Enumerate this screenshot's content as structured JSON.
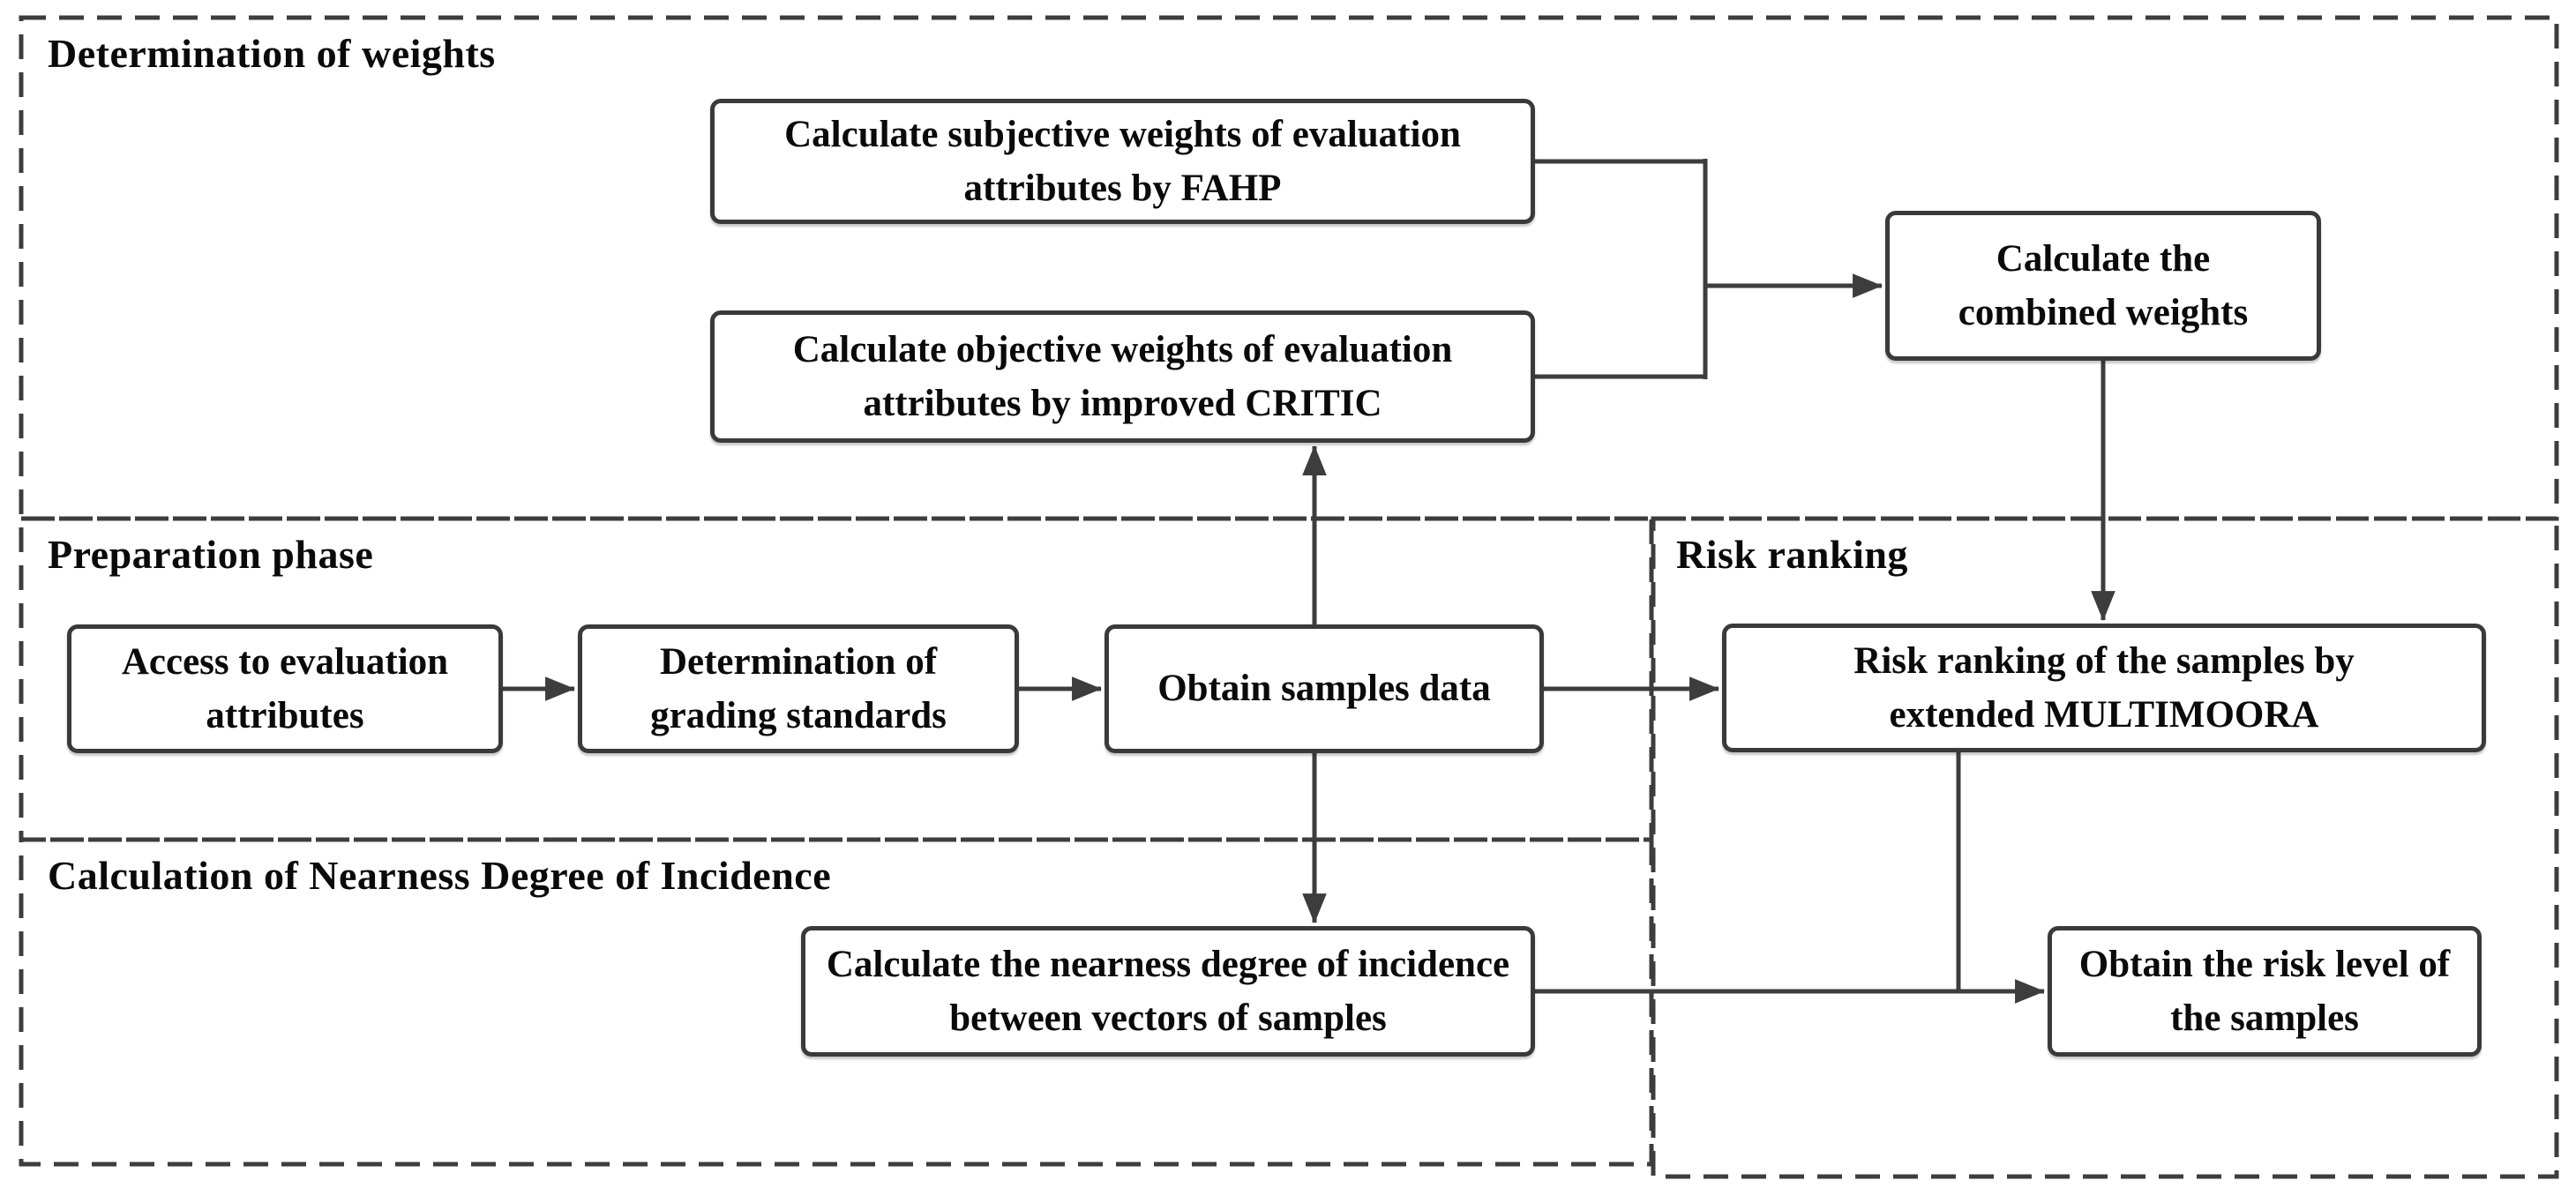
{
  "colors": {
    "background": "#ffffff",
    "line": "#3d3d3d",
    "box_border": "#3a3a3a",
    "text": "#0a0a0a"
  },
  "regions": [
    {
      "id": "weights",
      "label": "Determination of weights"
    },
    {
      "id": "preparation",
      "label": "Preparation phase"
    },
    {
      "id": "nearness",
      "label": "Calculation of Nearness Degree of Incidence"
    },
    {
      "id": "risk",
      "label": "Risk ranking"
    }
  ],
  "nodes": [
    {
      "id": "subjective_weights",
      "label": "Calculate subjective weights of evaluation attributes by FAHP"
    },
    {
      "id": "objective_weights",
      "label": "Calculate objective weights of evaluation attributes by improved CRITIC"
    },
    {
      "id": "combined_weights",
      "label": "Calculate the combined weights"
    },
    {
      "id": "access_attributes",
      "label": "Access to evaluation attributes"
    },
    {
      "id": "grading_standards",
      "label": "Determination of grading standards"
    },
    {
      "id": "obtain_samples",
      "label": "Obtain samples data"
    },
    {
      "id": "multimoora_ranking",
      "label": "Risk ranking of the samples by extended MULTIMOORA"
    },
    {
      "id": "nearness_degree",
      "label": "Calculate the nearness degree of incidence between vectors of samples"
    },
    {
      "id": "risk_level",
      "label": "Obtain the risk level of the samples"
    }
  ],
  "edges": [
    {
      "from": "subjective_weights",
      "to": "combined_weights"
    },
    {
      "from": "objective_weights",
      "to": "combined_weights"
    },
    {
      "from": "combined_weights",
      "to": "multimoora_ranking"
    },
    {
      "from": "access_attributes",
      "to": "grading_standards"
    },
    {
      "from": "grading_standards",
      "to": "obtain_samples"
    },
    {
      "from": "obtain_samples",
      "to": "objective_weights"
    },
    {
      "from": "obtain_samples",
      "to": "multimoora_ranking"
    },
    {
      "from": "obtain_samples",
      "to": "nearness_degree"
    },
    {
      "from": "nearness_degree",
      "to": "risk_level"
    },
    {
      "from": "multimoora_ranking",
      "to": "risk_level"
    }
  ]
}
